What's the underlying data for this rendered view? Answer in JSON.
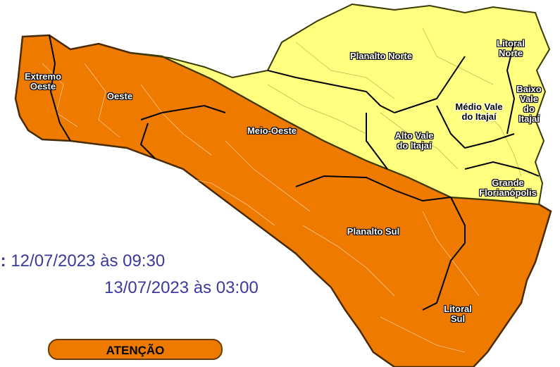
{
  "validity": {
    "label_fragment": "o:",
    "start": "12/07/2023 às 09:30",
    "end": "13/07/2023 às 03:00"
  },
  "legend": {
    "alert_level": "ATENÇÃO"
  },
  "colors": {
    "attention_orange": "#ee7b00",
    "observation_yellow": "#ffff80",
    "text_blue": "#3a3a9e"
  },
  "regions": {
    "extremo_oeste": "Extremo\nOeste",
    "oeste": "Oeste",
    "meio_oeste": "Meio-Oeste",
    "planalto_norte": "Planalto Norte",
    "litoral_norte": "Litoral\nNorte",
    "baixo_vale": "Baixo\nVale\ndo\nItajaí",
    "medio_vale": "Médio Vale\ndo Itajaí",
    "alto_vale": "Alto Vale\ndo Itajaí",
    "grande_florianopolis": "Grande\nFlorianópolis",
    "planalto_sul": "Planalto Sul",
    "litoral_sul": "Litoral\nSul"
  }
}
